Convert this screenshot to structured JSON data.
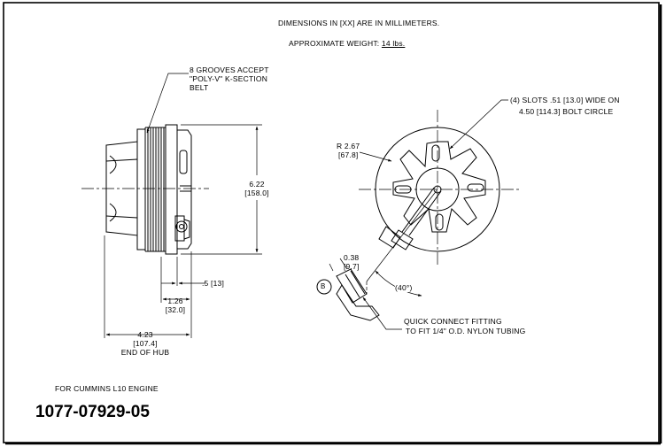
{
  "notes": {
    "dimensions_line": "DIMENSIONS IN [XX] ARE IN MILLIMETERS.",
    "weight_prefix": "APPROXIMATE WEIGHT:",
    "weight_value": "14 lbs.",
    "engine": "FOR CUMMINS L10 ENGINE",
    "part_number": "1077-07929-05"
  },
  "callouts": {
    "grooves": [
      "8 GROOVES ACCEPT",
      "\"POLY-V\" K-SECTION",
      "BELT"
    ],
    "slots": [
      "(4) SLOTS .51 [13.0] WIDE ON",
      "4.50 [114.3] BOLT CIRCLE"
    ],
    "fitting": [
      "QUICK CONNECT FITTING",
      "TO FIT 1/4\" O.D. NYLON TUBING"
    ]
  },
  "dimensions": {
    "height": {
      "value": "6.22",
      "mm": "[158.0]"
    },
    "radius": {
      "value": "R 2.67",
      "mm": "[67.8]"
    },
    "offset_small": {
      "value": ".5 [13]"
    },
    "width_126": {
      "value": "1.26",
      "mm": "[32.0]"
    },
    "width_423": {
      "value": "4.23",
      "mm": "[107.4]",
      "note": "END OF HUB"
    },
    "fitting_038": {
      "value": "0.38",
      "mm": "[9.7]"
    },
    "angle": {
      "value": "(40°)"
    },
    "port_label": "B"
  },
  "colors": {
    "ink": "#000000",
    "paper": "#ffffff"
  }
}
